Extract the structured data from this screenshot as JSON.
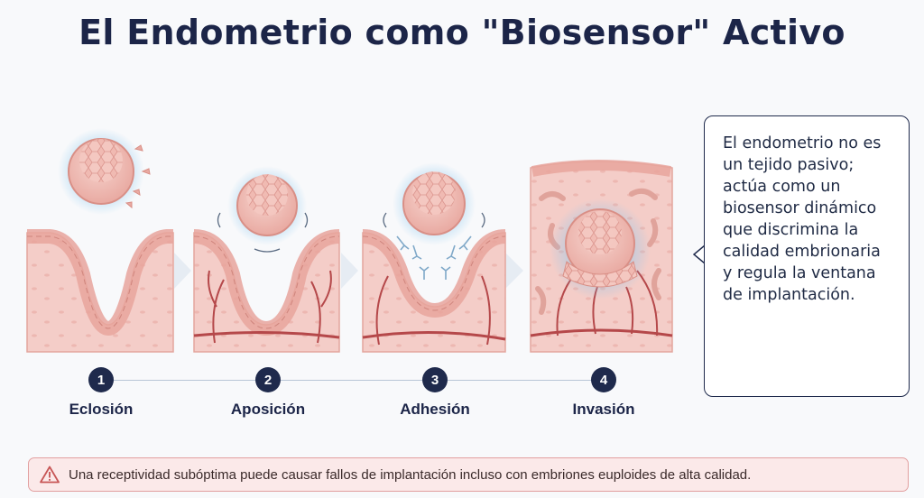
{
  "title": "El Endometrio como \"Biosensor\" Activo",
  "steps": [
    {
      "number": "1",
      "label": "Eclosión"
    },
    {
      "number": "2",
      "label": "Aposición"
    },
    {
      "number": "3",
      "label": "Adhesión"
    },
    {
      "number": "4",
      "label": "Invasión"
    }
  ],
  "callout": {
    "text": "El endometrio no es un tejido pasivo; actúa como un biosensor dinámico que discrimina la calidad embrionaria y regula la ventana de implantación."
  },
  "warning": {
    "icon": "warning-triangle-icon",
    "text": "Una receptividad subóptima puede causar fallos de implantación incluso con embriones euploides de alta calidad."
  },
  "colors": {
    "title": "#1c2548",
    "tissue": "#f2c5c0",
    "epithelium": "#e8a39c",
    "vessel": "#b5484a",
    "glow": "#8ec9ee",
    "warning_border": "#e2a0a0",
    "warning_bg": "#fbe9e9"
  }
}
